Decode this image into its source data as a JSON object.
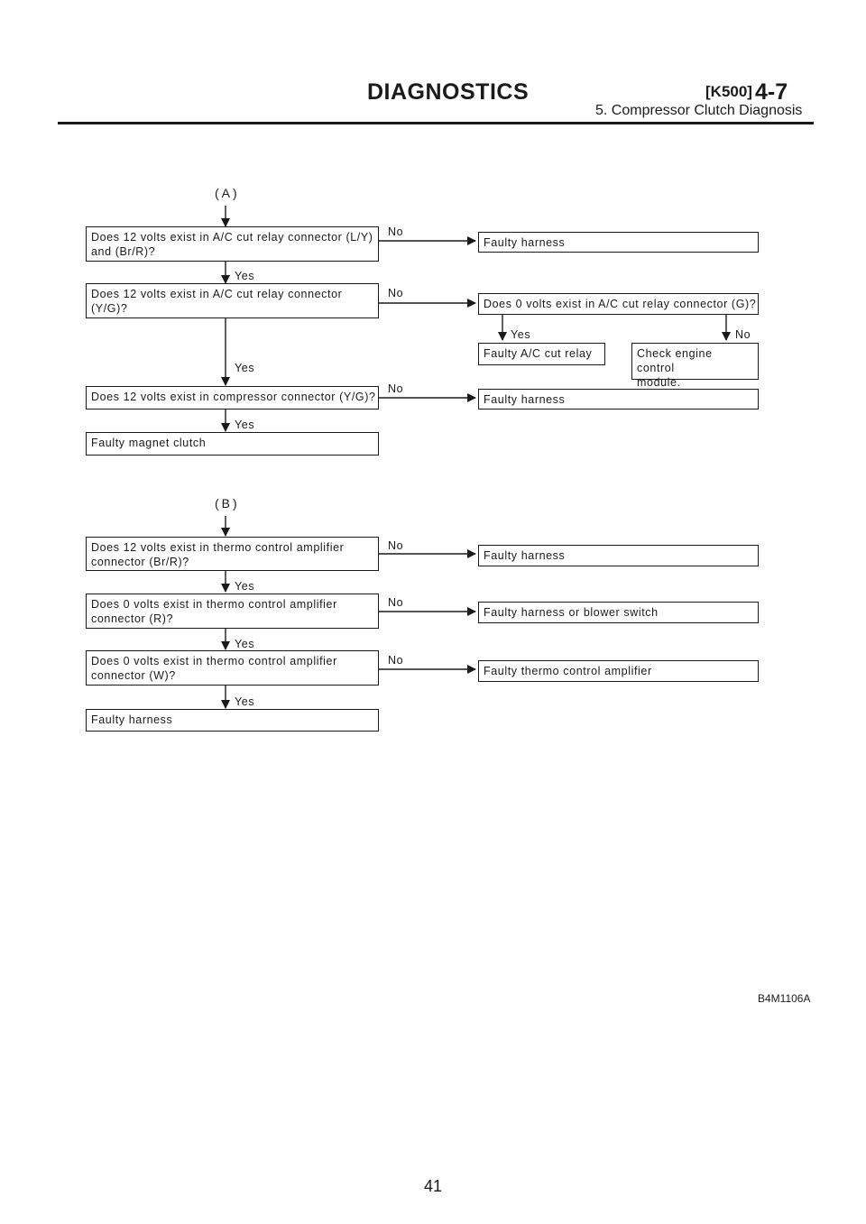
{
  "header": {
    "title": "DIAGNOSTICS",
    "code": "[K500]",
    "section": "4-7",
    "subtitle": "5. Compressor Clutch Diagnosis"
  },
  "chart_a": {
    "start": "(A)",
    "q1": "Does 12 volts exist in A/C cut relay connector (L/Y)\nand (Br/R)?",
    "q1_no": "No",
    "r1": "Faulty harness",
    "q1_yes": "Yes",
    "q2": "Does 12 volts exist in A/C cut relay connector\n(Y/G)?",
    "q2_no": "No",
    "q2b": "Does 0 volts exist in A/C cut relay connector (G)?",
    "q2b_yes": "Yes",
    "q2b_no": "No",
    "r2a": "Faulty A/C cut relay",
    "r2b": "Check engine control\nmodule.",
    "q2_yes": "Yes",
    "q3": "Does 12 volts exist in compressor connector (Y/G)?",
    "q3_no": "No",
    "r3": "Faulty harness",
    "q3_yes": "Yes",
    "r4": "Faulty magnet clutch"
  },
  "chart_b": {
    "start": "(B)",
    "q1": "Does 12 volts exist in thermo control amplifier\nconnector (Br/R)?",
    "q1_no": "No",
    "r1": "Faulty harness",
    "q1_yes": "Yes",
    "q2": "Does 0 volts exist in thermo control amplifier\nconnector (R)?",
    "q2_no": "No",
    "r2": "Faulty harness or blower switch",
    "q2_yes": "Yes",
    "q3": "Does 0 volts exist in thermo control amplifier\nconnector (W)?",
    "q3_no": "No",
    "r3": "Faulty thermo control amplifier",
    "q3_yes": "Yes",
    "r4": "Faulty harness"
  },
  "figure_id": "B4M1106A",
  "page_number": "41",
  "colors": {
    "ink": "#1a1a1a",
    "background": "#ffffff"
  }
}
